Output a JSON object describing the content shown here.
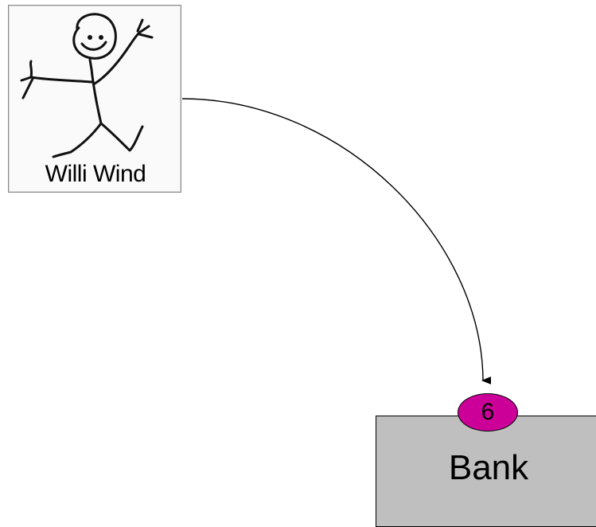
{
  "diagram": {
    "person": {
      "label": "Willi Wind",
      "icon": "stick-figure-icon"
    },
    "bank": {
      "label": "Bank",
      "fill": "#bfbfbf"
    },
    "step_badge": {
      "number": "6",
      "fill": "#cc0099"
    },
    "connector": {
      "from": "Willi Wind",
      "to": "Bank",
      "style": "curved arrow",
      "color": "#000000"
    }
  }
}
